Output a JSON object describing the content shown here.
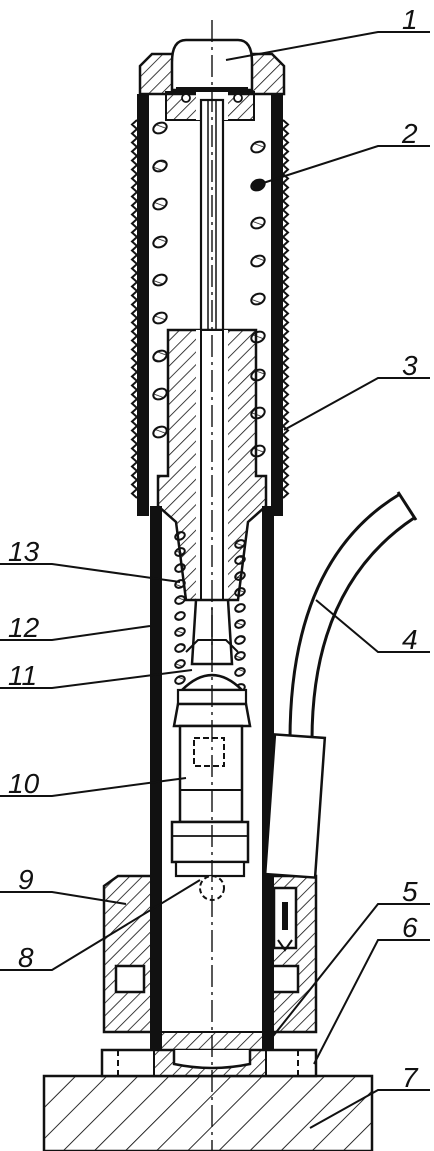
{
  "figure": {
    "callouts": [
      "1",
      "2",
      "3",
      "4",
      "5",
      "6",
      "7",
      "8",
      "9",
      "10",
      "11",
      "12",
      "13"
    ]
  },
  "colors": {
    "ink": "#111111",
    "paper": "#ffffff"
  }
}
